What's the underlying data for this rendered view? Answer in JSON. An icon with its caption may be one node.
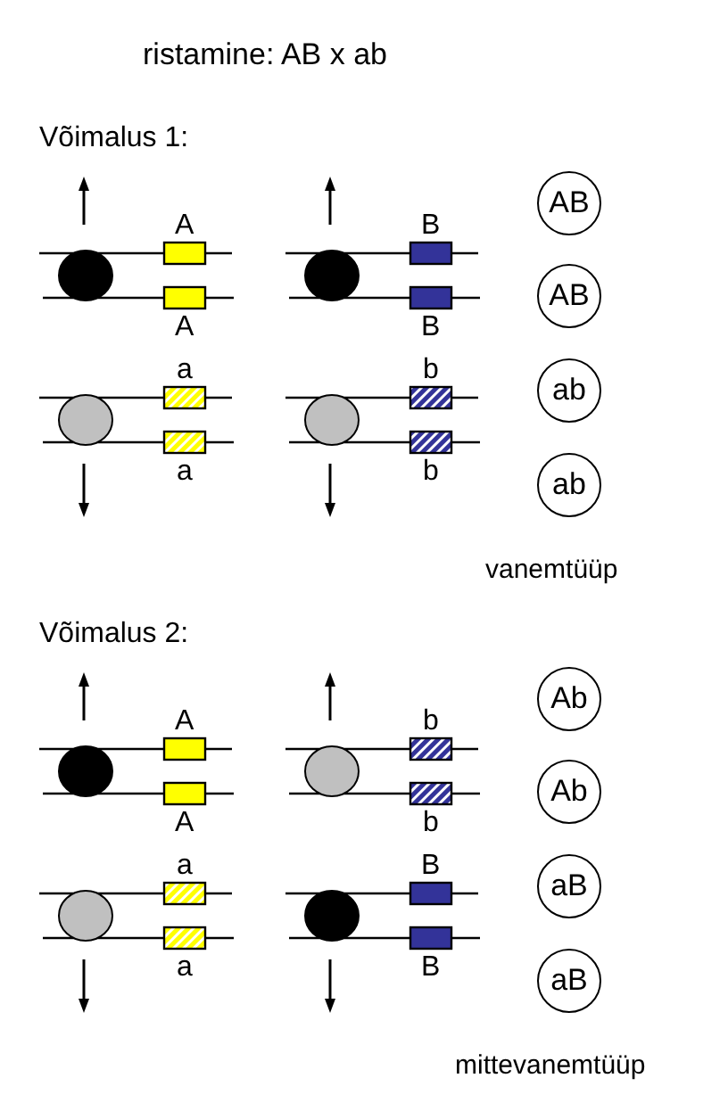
{
  "diagram": {
    "title": "ristamine: AB x ab",
    "nodes": [
      {
        "text": [
          "AB"
        ]
      },
      {
        "text": [
          "AB"
        ]
      },
      {
        "text": [
          "ab"
        ]
      },
      {
        "text": [
          "ab"
        ]
      },
      {
        "text": [
          "Ab"
        ]
      },
      {
        "text": [
          "Ab"
        ]
      },
      {
        "text": [
          "aB"
        ]
      },
      {
        "text": [
          "aB"
        ]
      }
    ],
    "edges": [],
    "labels": [
      "Võimalus 1:",
      "A",
      "B",
      "A",
      "B",
      "a",
      "b",
      "a",
      "b",
      "vanemtüüp",
      "Võimalus 2:",
      "A",
      "b",
      "A",
      "b",
      "a",
      "B",
      "a",
      "B",
      "mittevanemtüüp"
    ]
  }
}
